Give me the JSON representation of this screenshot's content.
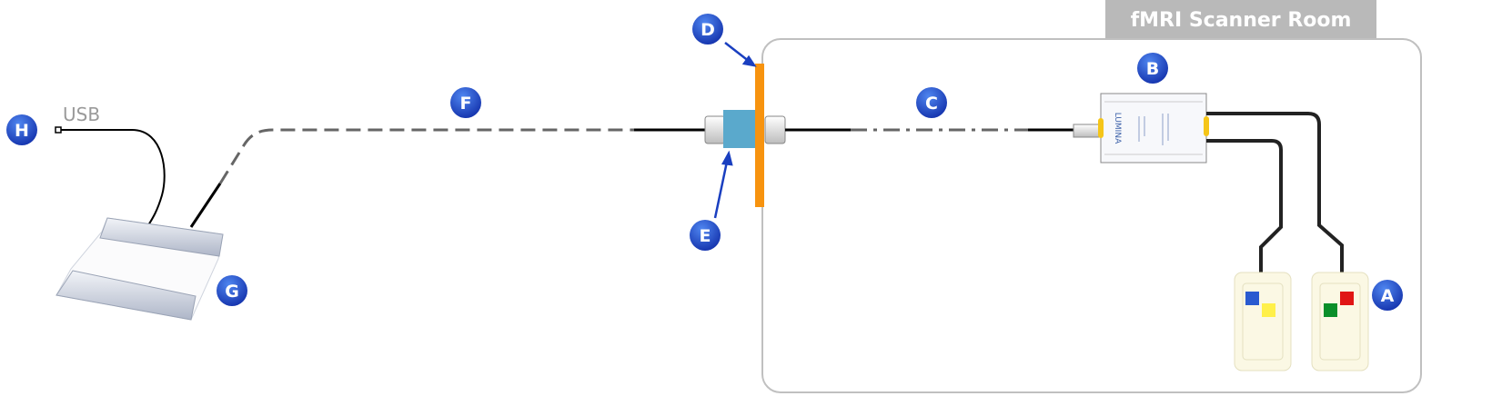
{
  "title": "fMRI Scanner Room",
  "usb_label": "USB",
  "device_logo": "LUMINA",
  "badges": {
    "A": "A",
    "B": "B",
    "C": "C",
    "D": "D",
    "E": "E",
    "F": "F",
    "G": "G",
    "H": "H"
  },
  "colors": {
    "badge": "#1f4fd0",
    "room_border": "#c0c0c0",
    "room_tab": "#b9b9b9",
    "penetration_panel": "#f7930f",
    "waveguide": "#5aa9cc",
    "button_blue": "#2a5bd0",
    "button_yellow": "#fff04a",
    "button_green": "#0a8f2a",
    "button_red": "#e01515"
  }
}
